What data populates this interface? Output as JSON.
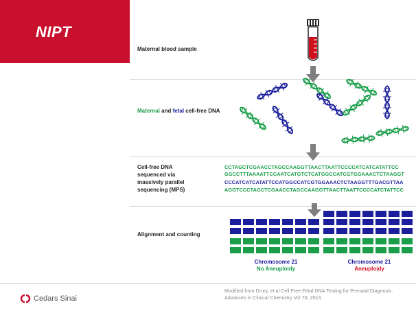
{
  "title": "NIPT",
  "steps": {
    "blood": "Maternal blood sample",
    "dna_prefix": "Maternal",
    "dna_and": "and",
    "dna_fetal": "fetal",
    "dna_suffix": "cell-free DNA",
    "seq_line1": "Cell-free DNA",
    "seq_line2": "sequenced via",
    "seq_line3": "massively parallel",
    "seq_line4": "sequencing (MPS)",
    "align": "Alignment and counting"
  },
  "sequences": [
    "CCTAGCTCGAACCTAGCCAAGGTTAACTTAATTCCCCATCATCATATTCC",
    "GGCCTTTAAAATTCCAATCATGTCTCATGGCCATCGTGGAAACTCTAAGGT",
    "CCCATCATCATATTCCATGGCCATCGTGGAAACTCTAAGGTTTGACGTTAA",
    "AGGTCCCTAGCTCGAACCTAGCCAAGGTTAACTTAATTCCCCATCTATTCC"
  ],
  "results": [
    {
      "label": "Chromosome 21",
      "status": "No Aneuploidy",
      "status_color": "#1a9e4a"
    },
    {
      "label": "Chromosome 21",
      "status": "Aneuploidy",
      "status_color": "#d0101f"
    }
  ],
  "colors": {
    "brand_red": "#c8102e",
    "green": "#1a9e4a",
    "blue": "#1b1f9c",
    "arrow": "#7f7f7f"
  },
  "footer": {
    "logo_text": "Cedars Sinai",
    "citation": "Modified from Drury, et al Cell Free Fetal DNA Testing for Prenatal Diagnosis. Advances in Clinical Chemistry Vol 76, 2016"
  }
}
